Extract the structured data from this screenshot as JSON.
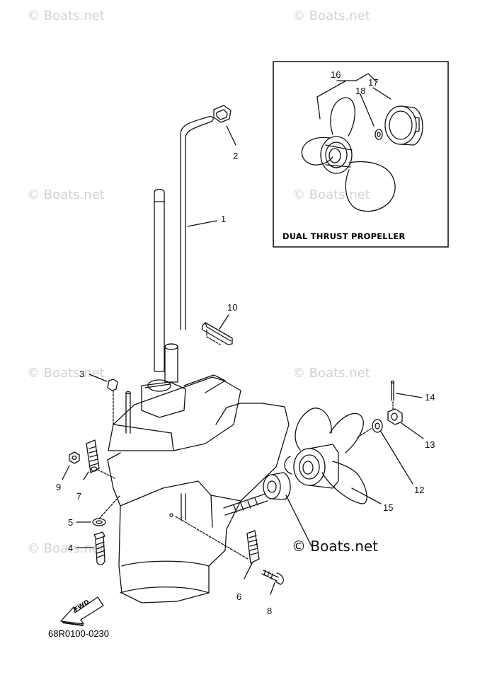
{
  "watermarks": [
    "© Boats.net",
    "© Boats.net",
    "© Boats.net",
    "© Boats.net",
    "© Boats.net",
    "© Boats.net",
    "© Boats.net"
  ],
  "brand_watermark": "© Boats.net",
  "inset_title": "DUAL THRUST PROPELLER",
  "diagram_code": "68R0100-0230",
  "fwd_label": "FWD",
  "callouts": [
    "1",
    "2",
    "3",
    "4",
    "5",
    "6",
    "7",
    "8",
    "9",
    "10",
    "12",
    "13",
    "14",
    "15",
    "16",
    "17",
    "18"
  ]
}
